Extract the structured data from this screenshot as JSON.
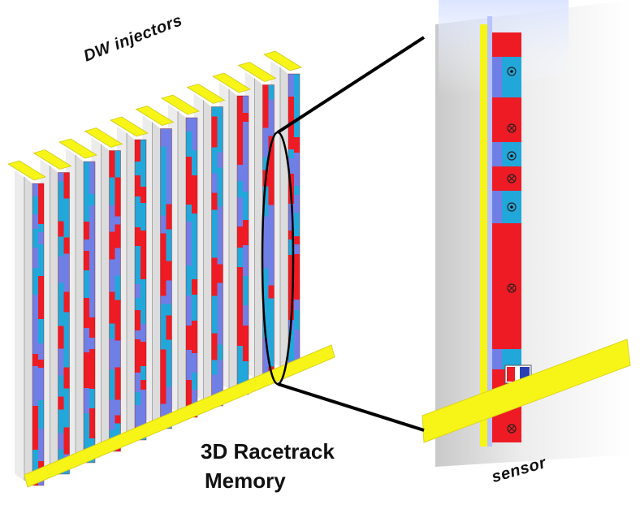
{
  "labels": {
    "injectors": "DW injectors",
    "memory_line1": "3D Racetrack",
    "memory_line2": "Memory",
    "sensor": "sensor"
  },
  "colors": {
    "red": "#ee1b24",
    "cyan": "#22a7db",
    "blue": "#6f7fe6",
    "yellow": "#f7f418",
    "panel": "#dcdcdc",
    "panel_shadow": "#a9a9a9",
    "outline": "#000000"
  },
  "icons": {
    "out_of_plane_up": "dot-in-circle-icon",
    "out_of_plane_down": "cross-in-circle-icon"
  }
}
